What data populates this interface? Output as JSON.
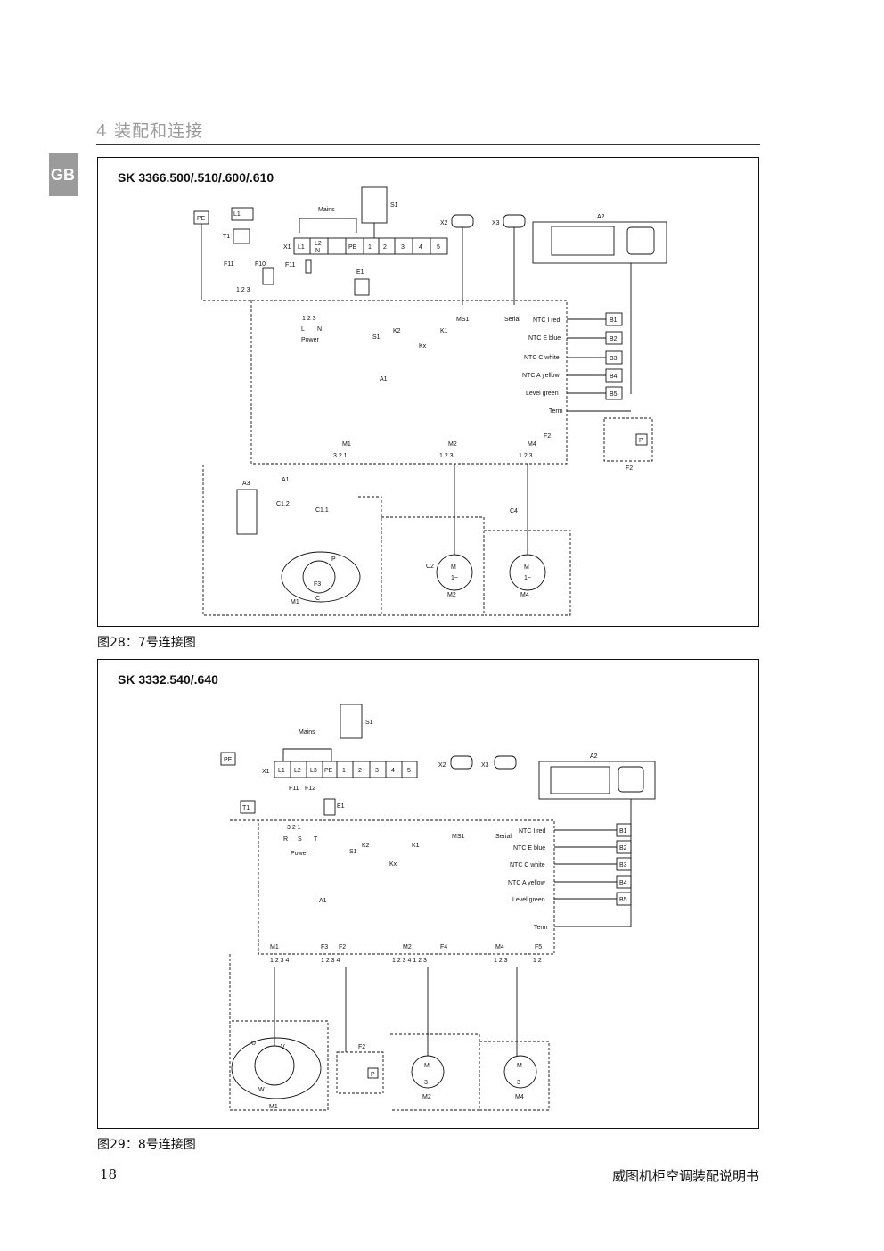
{
  "header": {
    "section_title": "4   装配和连接",
    "lang_tab": "GB"
  },
  "figure1": {
    "title": "SK 3366.500/.510/.600/.610",
    "caption": "图28：7号连接图",
    "labels": {
      "pe": "PE",
      "mains": "Mains",
      "s1": "S1",
      "x2": "X2",
      "x3": "X3",
      "a2": "A2",
      "t1": "T1",
      "f11": "F11",
      "f10": "F10",
      "x1": "X1",
      "e1": "E1",
      "l1": "L1",
      "l2": "L2",
      "n": "N",
      "l": "L",
      "power": "Power",
      "k2": "K2",
      "k1": "K1",
      "kx": "Kx",
      "ms1": "MS1",
      "serial": "Serial",
      "a1": "A1",
      "ntc_i": "NTC I red",
      "ntc_e": "NTC E blue",
      "ntc_c": "NTC C white",
      "ntc_a": "NTC A yellow",
      "level": "Level green",
      "term": "Term",
      "b1": "B1",
      "b2": "B2",
      "b3": "B3",
      "b4": "B4",
      "b5": "B5",
      "f2": "F2",
      "p": "P",
      "m1": "M1",
      "m2": "M2",
      "m4": "M4",
      "a3": "A3",
      "c12": "C1.2",
      "c11": "C1.1",
      "c2": "C2",
      "c4": "C4",
      "f3": "F3",
      "m": "M",
      "one_phase": "1~",
      "c": "C"
    }
  },
  "figure2": {
    "title": "SK 3332.540/.640",
    "caption": "图29：8号连接图",
    "labels": {
      "pe": "PE",
      "mains": "Mains",
      "s1": "S1",
      "x1": "X1",
      "x2": "X2",
      "x3": "X3",
      "a2": "A2",
      "l1": "L1",
      "l2": "L2",
      "l3": "L3",
      "f11": "F11",
      "f12": "F12",
      "e1": "E1",
      "t1": "T1",
      "r": "R",
      "s": "S",
      "t": "T",
      "power": "Power",
      "k2": "K2",
      "k1": "K1",
      "kx": "Kx",
      "ms1": "MS1",
      "serial": "Serial",
      "a1": "A1",
      "ntc_i": "NTC I red",
      "ntc_e": "NTC E blue",
      "ntc_c": "NTC C white",
      "ntc_a": "NTC A yellow",
      "level": "Level green",
      "term": "Term",
      "b1": "B1",
      "b2": "B2",
      "b3": "B3",
      "b4": "B4",
      "b5": "B5",
      "m1": "M1",
      "f3": "F3",
      "f2": "F2",
      "m2": "M2",
      "f4": "F4",
      "m4": "M4",
      "f5": "F5",
      "p": "P",
      "m": "M",
      "three_phase": "3~",
      "u": "U",
      "v": "V",
      "w": "W"
    }
  },
  "footer": {
    "page_number": "18",
    "doc_title": "威图机柜空调装配说明书"
  }
}
